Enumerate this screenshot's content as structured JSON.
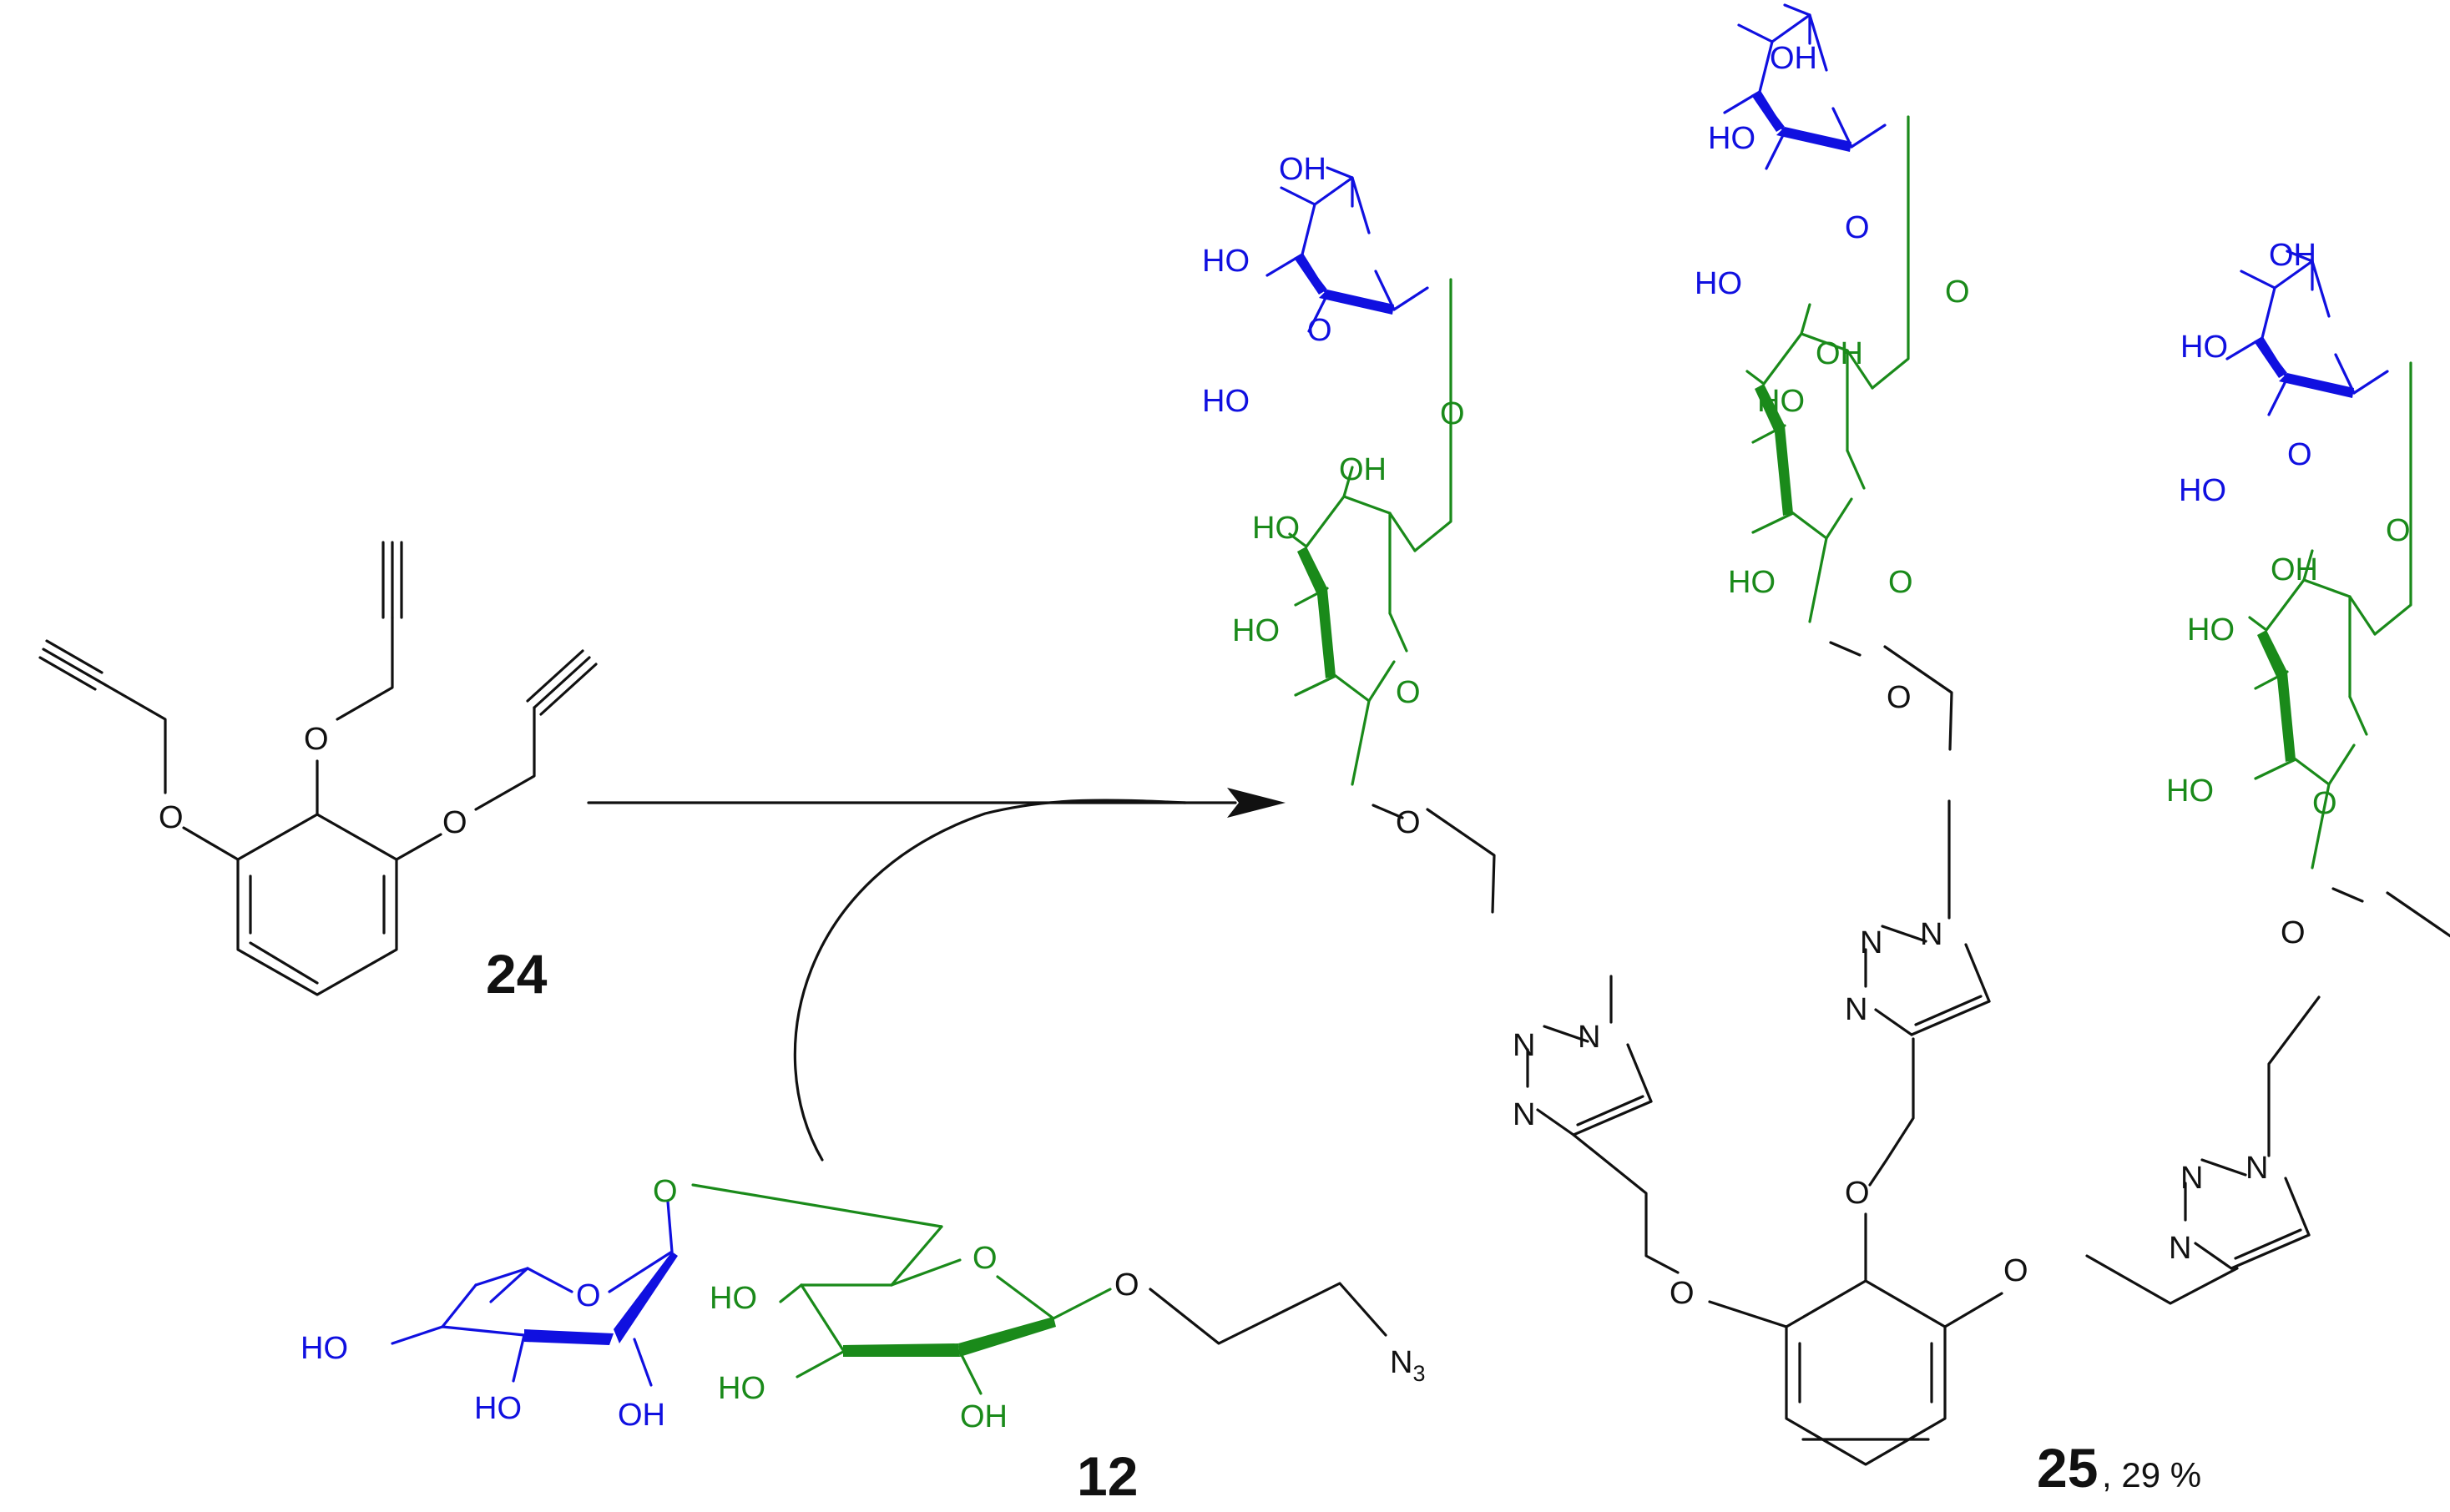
{
  "scheme": {
    "reactant_label": "24",
    "reagent_label": "12",
    "product_label": "25",
    "product_yield": ", 29 %"
  },
  "atoms": {
    "hydroxyl": "HO",
    "hydroxyl_right": "OH",
    "oxygen": "O",
    "nitrogen": "N",
    "azide_n": "N",
    "azide_sub": "3"
  },
  "colors": {
    "bond": "#111111",
    "fucose": "#1010e0",
    "glucose": "#1a8a1a"
  }
}
